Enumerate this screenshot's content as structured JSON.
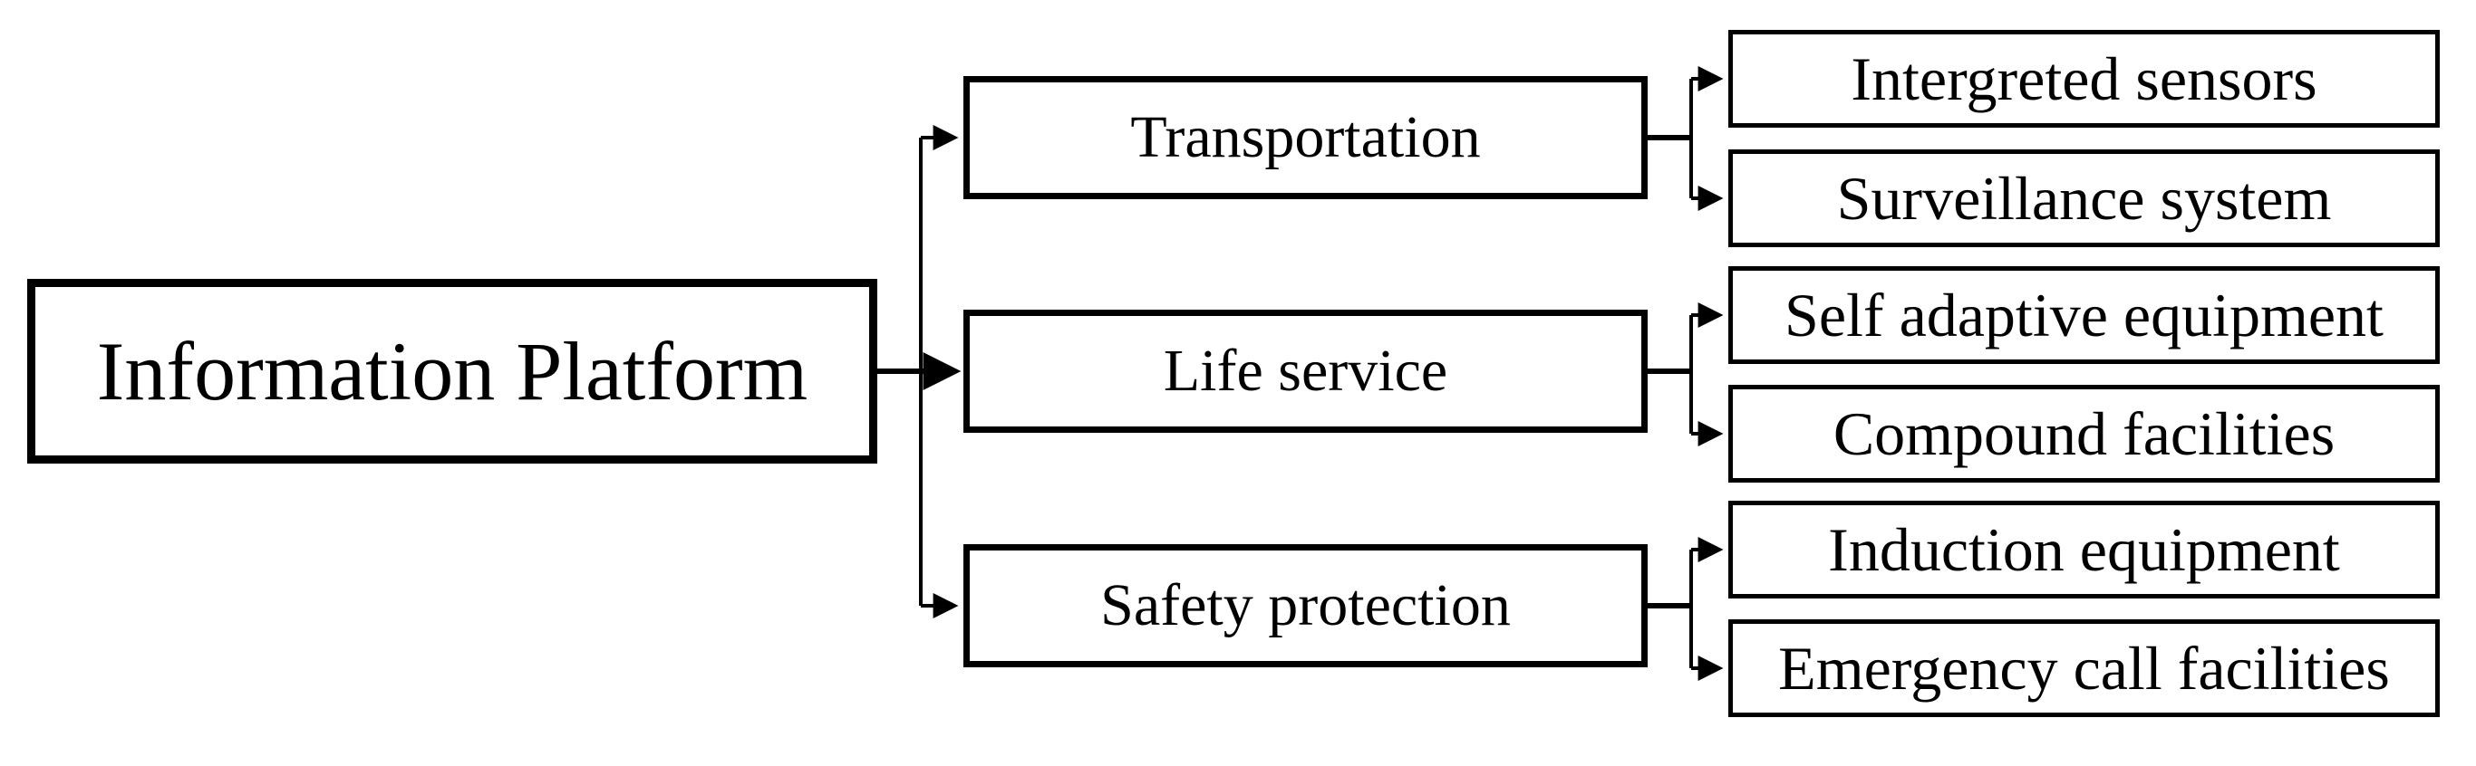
{
  "diagram": {
    "root": {
      "label": "Information Platform"
    },
    "branches": [
      {
        "label": "Transportation",
        "children": [
          {
            "label": "Intergreted sensors"
          },
          {
            "label": "Surveillance system"
          }
        ]
      },
      {
        "label": "Life service",
        "children": [
          {
            "label": "Self adaptive equipment"
          },
          {
            "label": "Compound facilities"
          }
        ]
      },
      {
        "label": "Safety protection",
        "children": [
          {
            "label": "Induction equipment"
          },
          {
            "label": "Emergency call facilities"
          }
        ]
      }
    ],
    "colors": {
      "line": "#000000",
      "box_border": "#000000",
      "box_background": "#ffffff",
      "text": "#000000"
    }
  }
}
